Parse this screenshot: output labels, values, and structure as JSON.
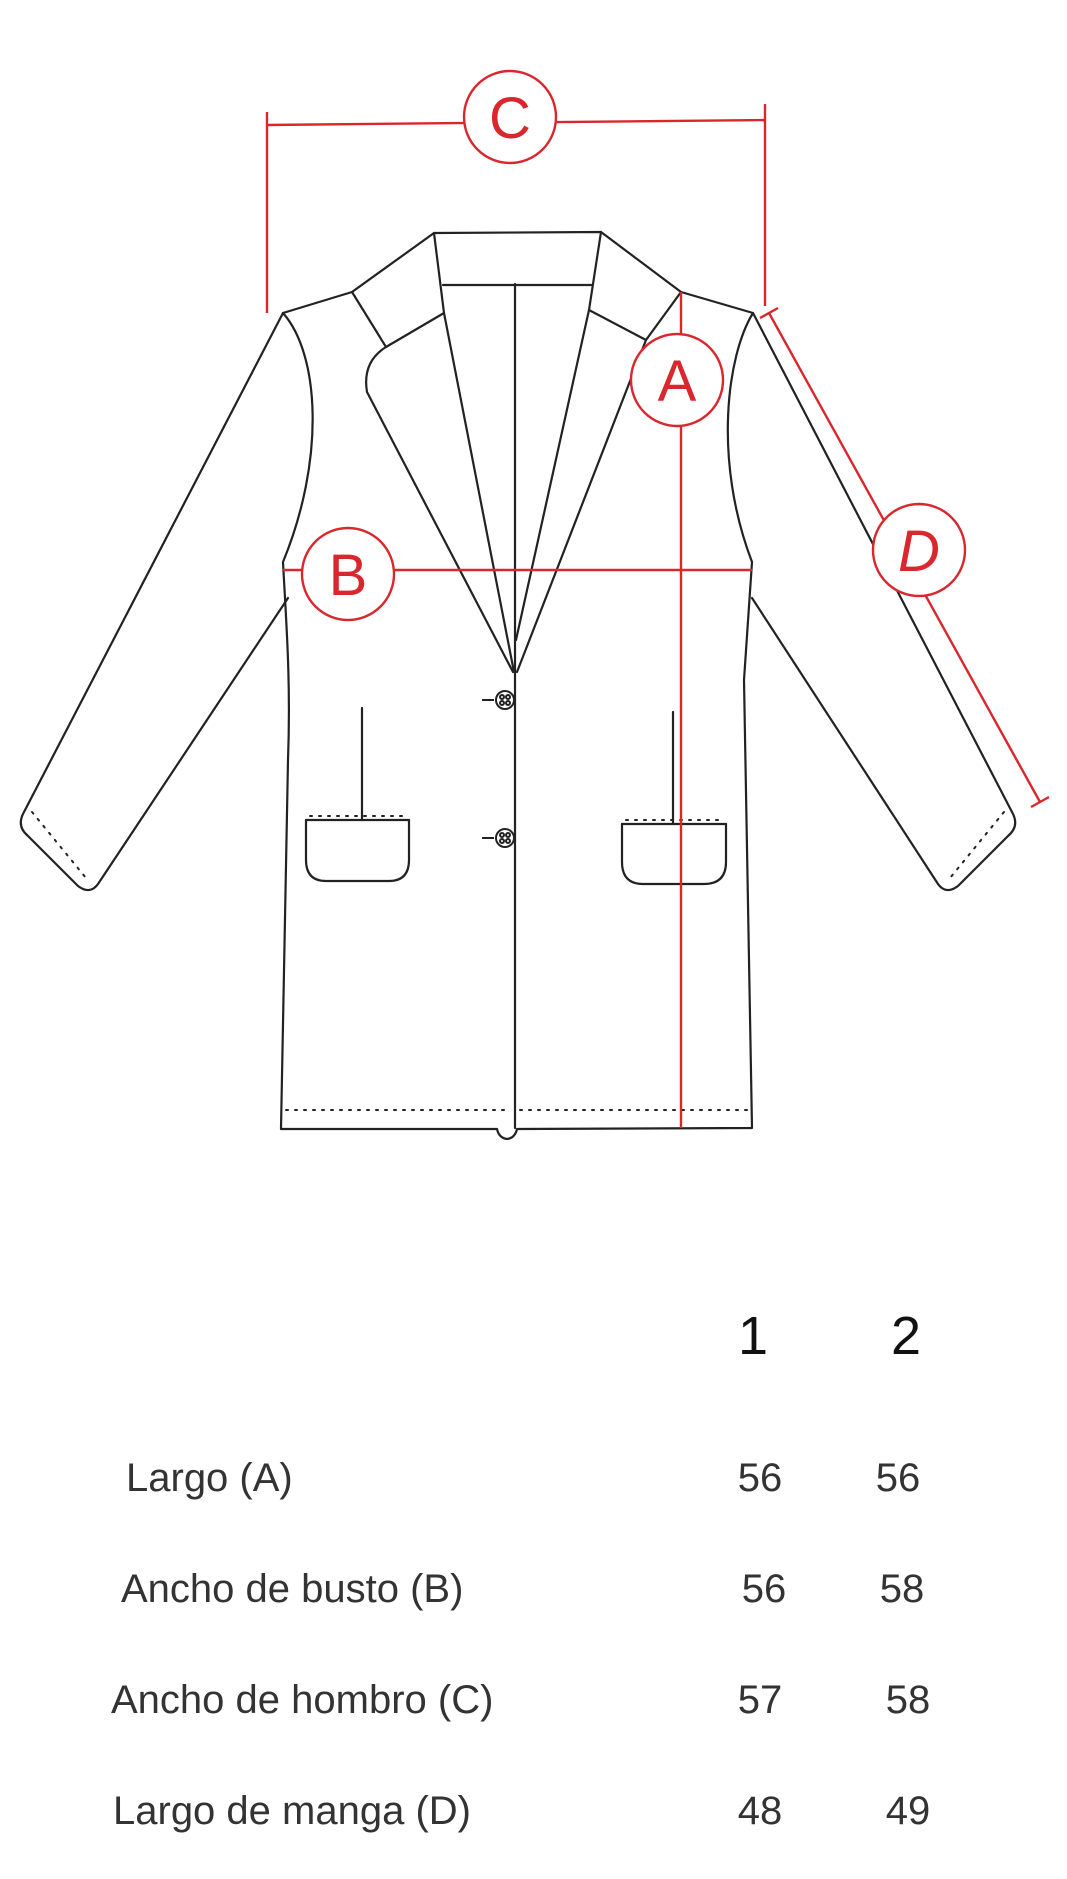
{
  "diagram": {
    "markers": {
      "a": "A",
      "b": "B",
      "c": "C",
      "d": "D"
    },
    "colors": {
      "measure": "#d9272e",
      "outline": "#222222"
    }
  },
  "table": {
    "size_headers": [
      "1",
      "2"
    ],
    "rows": [
      {
        "label": "Largo (A)",
        "values": [
          "56",
          "56"
        ]
      },
      {
        "label": "Ancho de busto (B)",
        "values": [
          "56",
          "58"
        ]
      },
      {
        "label": "Ancho de hombro (C)",
        "values": [
          "57",
          "58"
        ]
      },
      {
        "label": "Largo de manga (D)",
        "values": [
          "48",
          "49"
        ]
      }
    ]
  }
}
